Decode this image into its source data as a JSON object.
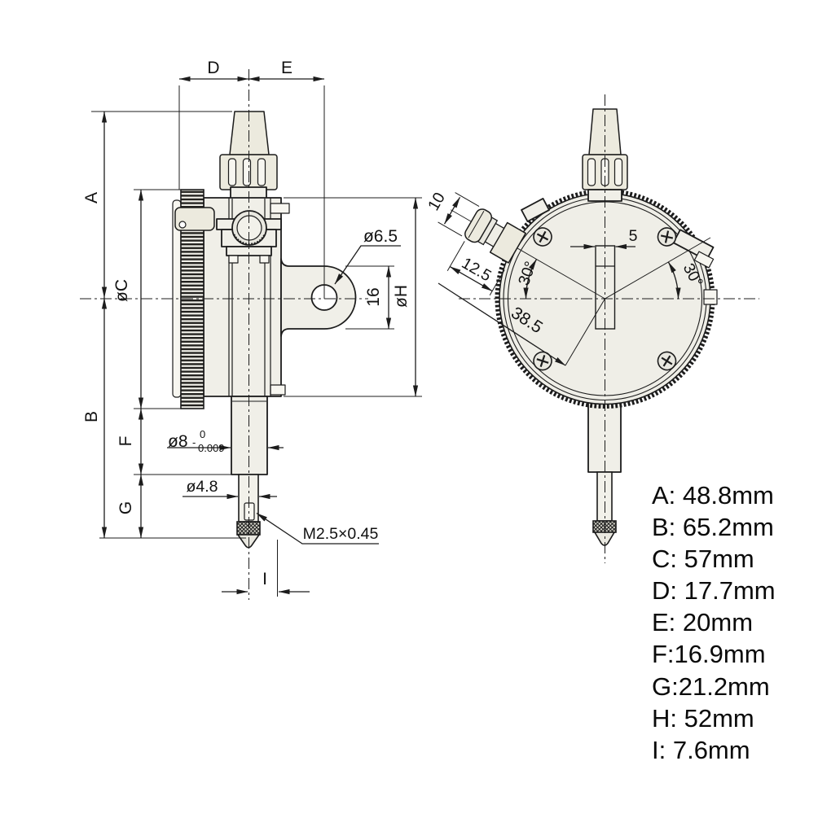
{
  "drawing": {
    "title": "dial-indicator-dimension-drawing",
    "colors": {
      "line": "#1c1c1c",
      "fill_light": "#f0efe8",
      "fill_lighter": "#f7f6f0",
      "face": "#efeee7",
      "background": "#ffffff"
    },
    "side_view": {
      "dims": {
        "D": "D",
        "E": "E",
        "A": "A",
        "B": "B",
        "C": "øC",
        "F": "F",
        "G": "G",
        "H": "øH",
        "I": "I",
        "lug_hole": "ø6.5",
        "lug_height": "16",
        "stem_bore": {
          "nominal": "ø8",
          "upper": "0",
          "sign": "-",
          "lower": "0.009"
        },
        "spindle_dia": "ø4.8",
        "thread_note": "M2.5×0.45"
      }
    },
    "front_view": {
      "dims": {
        "clamp_width": "10",
        "clamp_length": "12.5",
        "angle_left": "30°",
        "angle_right": "30°",
        "slot_width": "5",
        "back_radius": "38.5"
      }
    },
    "legend": {
      "items": [
        "A: 48.8mm",
        "B: 65.2mm",
        "C: 57mm",
        "D: 17.7mm",
        "E: 20mm",
        "F:16.9mm",
        "G:21.2mm",
        "H: 52mm",
        "I: 7.6mm"
      ]
    }
  }
}
